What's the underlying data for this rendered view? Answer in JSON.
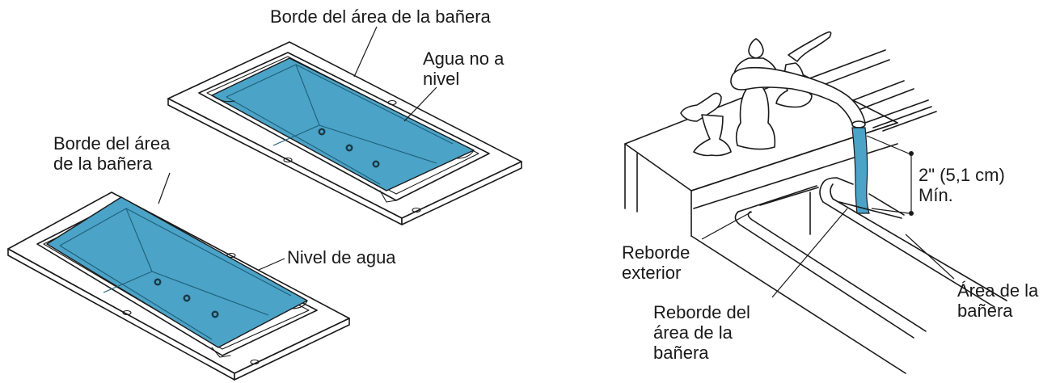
{
  "labels": {
    "tub1_rim": "Borde del área de la bañera",
    "tub1_water": "Agua no a\nnivel",
    "tub2_rim": "Borde del área\nde la bañera",
    "tub2_water": "Nivel de agua",
    "clearance": "2\" (5,1 cm)\nMín.",
    "outer_rim": "Reborde\nexterior",
    "deck_rim": "Reborde del\nárea de la\nbañera",
    "deck_area": "Área de la\nbañera"
  },
  "colors": {
    "water": "#4ba3c7",
    "line": "#1a1a1a"
  }
}
